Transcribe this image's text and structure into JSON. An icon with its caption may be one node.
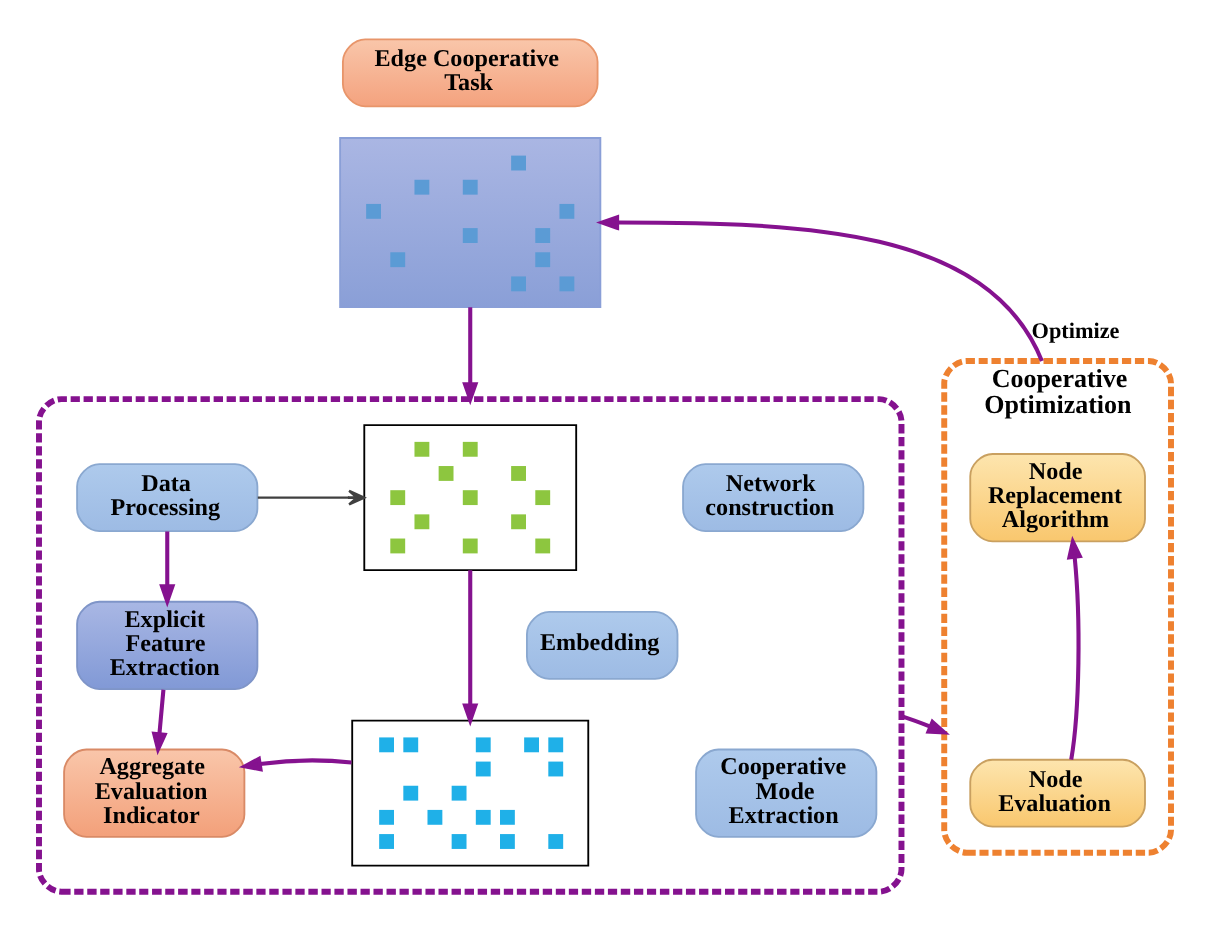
{
  "diagram": {
    "nodes": [
      {
        "text": [
          "Edge Cooperative Task"
        ]
      },
      {
        "text": [],
        "shape": "picture"
      },
      {
        "text": [],
        "shape": "box"
      },
      {
        "text": [
          "Data Processing"
        ],
        "in": 2
      },
      {
        "text": [],
        "shape": "picture",
        "in": 2
      },
      {
        "text": [
          "Network construction"
        ],
        "in": 2
      },
      {
        "text": [
          "Explicit Feature Extraction"
        ],
        "in": 2
      },
      {
        "text": [
          "Embedding"
        ],
        "in": 2
      },
      {
        "text": [],
        "shape": "picture",
        "in": 2
      },
      {
        "text": [
          "Cooperative Mode Extraction"
        ],
        "in": 2
      },
      {
        "text": [
          "Aggregate Evaluation Indicator"
        ],
        "in": 2
      },
      {
        "text": [
          "Cooperative Optimization"
        ]
      },
      {
        "text": [
          "Node Replacement Algorithm"
        ],
        "in": 11
      },
      {
        "text": [
          "Node Evaluation"
        ],
        "in": 11
      }
    ],
    "edges": [
      {
        "from": 1,
        "to": 2,
        "arrow": "to"
      },
      {
        "from": 3,
        "to": 4,
        "arrow": "to",
        "color": "#404040"
      },
      {
        "from": 3,
        "to": 6,
        "arrow": "to"
      },
      {
        "from": 4,
        "to": 8,
        "arrow": "to"
      },
      {
        "from": 6,
        "to": 10,
        "arrow": "to"
      },
      {
        "from": 8,
        "to": 10,
        "arrow": "to"
      },
      {
        "from": 2,
        "to": 11,
        "arrow": "to"
      },
      {
        "from": 13,
        "to": 12,
        "arrow": "to"
      },
      {
        "from": 11,
        "to": 1,
        "arrow": "to",
        "label": "Optimize"
      }
    ]
  }
}
